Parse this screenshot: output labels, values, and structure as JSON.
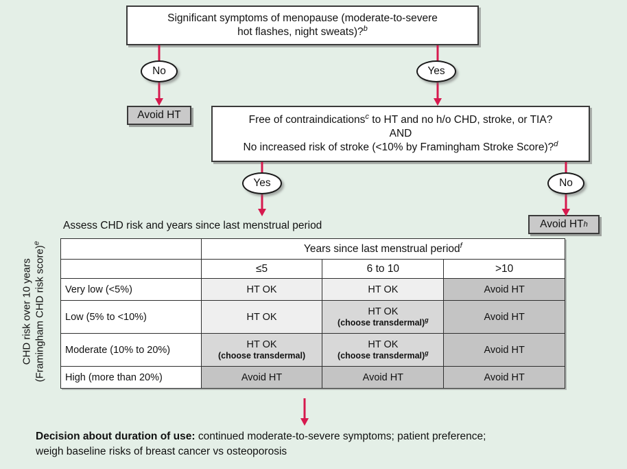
{
  "colors": {
    "background": "#e4efe7",
    "arrow": "#d6194e",
    "gray_box": "#c9c9c9",
    "cell_light": "#efefef",
    "cell_mid": "#d8d8d8",
    "cell_dark": "#c4c4c4"
  },
  "nodes": {
    "q1_line1": "Significant symptoms of menopause (moderate-to-severe",
    "q1_line2": "hot flashes, night sweats)?",
    "q1_sup": "b",
    "q2_line1": "Free of contraindications",
    "q2_line1_sup": "c",
    "q2_line1_rest": " to HT and no h/o CHD, stroke, or TIA?",
    "q2_line2": "AND",
    "q2_line3": "No increased risk of stroke (<10% by Framingham Stroke Score)?",
    "q2_line3_sup": "d",
    "avoid_ht_left": "Avoid HT",
    "avoid_ht_right": "Avoid HT",
    "avoid_ht_right_sup": "h"
  },
  "edges": {
    "no_left": "No",
    "yes_top_right": "Yes",
    "yes_second": "Yes",
    "no_second_right": "No"
  },
  "assess": {
    "label": "Assess CHD risk and years since last menstrual period"
  },
  "axis": {
    "line1": "CHD risk over 10 years",
    "line2": "(Framingham CHD risk score)",
    "line2_sup": "e"
  },
  "table": {
    "span_header": "Years since last menstrual period",
    "span_header_sup": "f",
    "columns": [
      "≤5",
      "6 to 10",
      ">10"
    ],
    "rows": [
      {
        "label": "Very low (<5%)",
        "cells": [
          {
            "main": "HT OK",
            "sub": "",
            "sup": "",
            "shade": "light"
          },
          {
            "main": "HT OK",
            "sub": "",
            "sup": "",
            "shade": "light"
          },
          {
            "main": "Avoid HT",
            "sub": "",
            "sup": "",
            "shade": "dark"
          }
        ]
      },
      {
        "label": "Low (5% to <10%)",
        "cells": [
          {
            "main": "HT OK",
            "sub": "",
            "sup": "",
            "shade": "light"
          },
          {
            "main": "HT OK",
            "sub": "(choose transdermal)",
            "sup": "g",
            "shade": "mid"
          },
          {
            "main": "Avoid HT",
            "sub": "",
            "sup": "",
            "shade": "dark"
          }
        ]
      },
      {
        "label": "Moderate (10% to 20%)",
        "cells": [
          {
            "main": "HT OK",
            "sub": "(choose transdermal)",
            "sup": "",
            "shade": "mid"
          },
          {
            "main": "HT OK",
            "sub": "(choose transdermal)",
            "sup": "g",
            "shade": "mid"
          },
          {
            "main": "Avoid HT",
            "sub": "",
            "sup": "",
            "shade": "dark"
          }
        ]
      },
      {
        "label": "High (more than 20%)",
        "cells": [
          {
            "main": "Avoid HT",
            "sub": "",
            "sup": "",
            "shade": "dark"
          },
          {
            "main": "Avoid HT",
            "sub": "",
            "sup": "",
            "shade": "dark"
          },
          {
            "main": "Avoid HT",
            "sub": "",
            "sup": "",
            "shade": "dark"
          }
        ]
      }
    ]
  },
  "footer": {
    "bold_lead": "Decision about duration of use:",
    "rest": " continued moderate-to-severe symptoms; patient preference; weigh baseline risks of breast cancer vs osteoporosis"
  }
}
